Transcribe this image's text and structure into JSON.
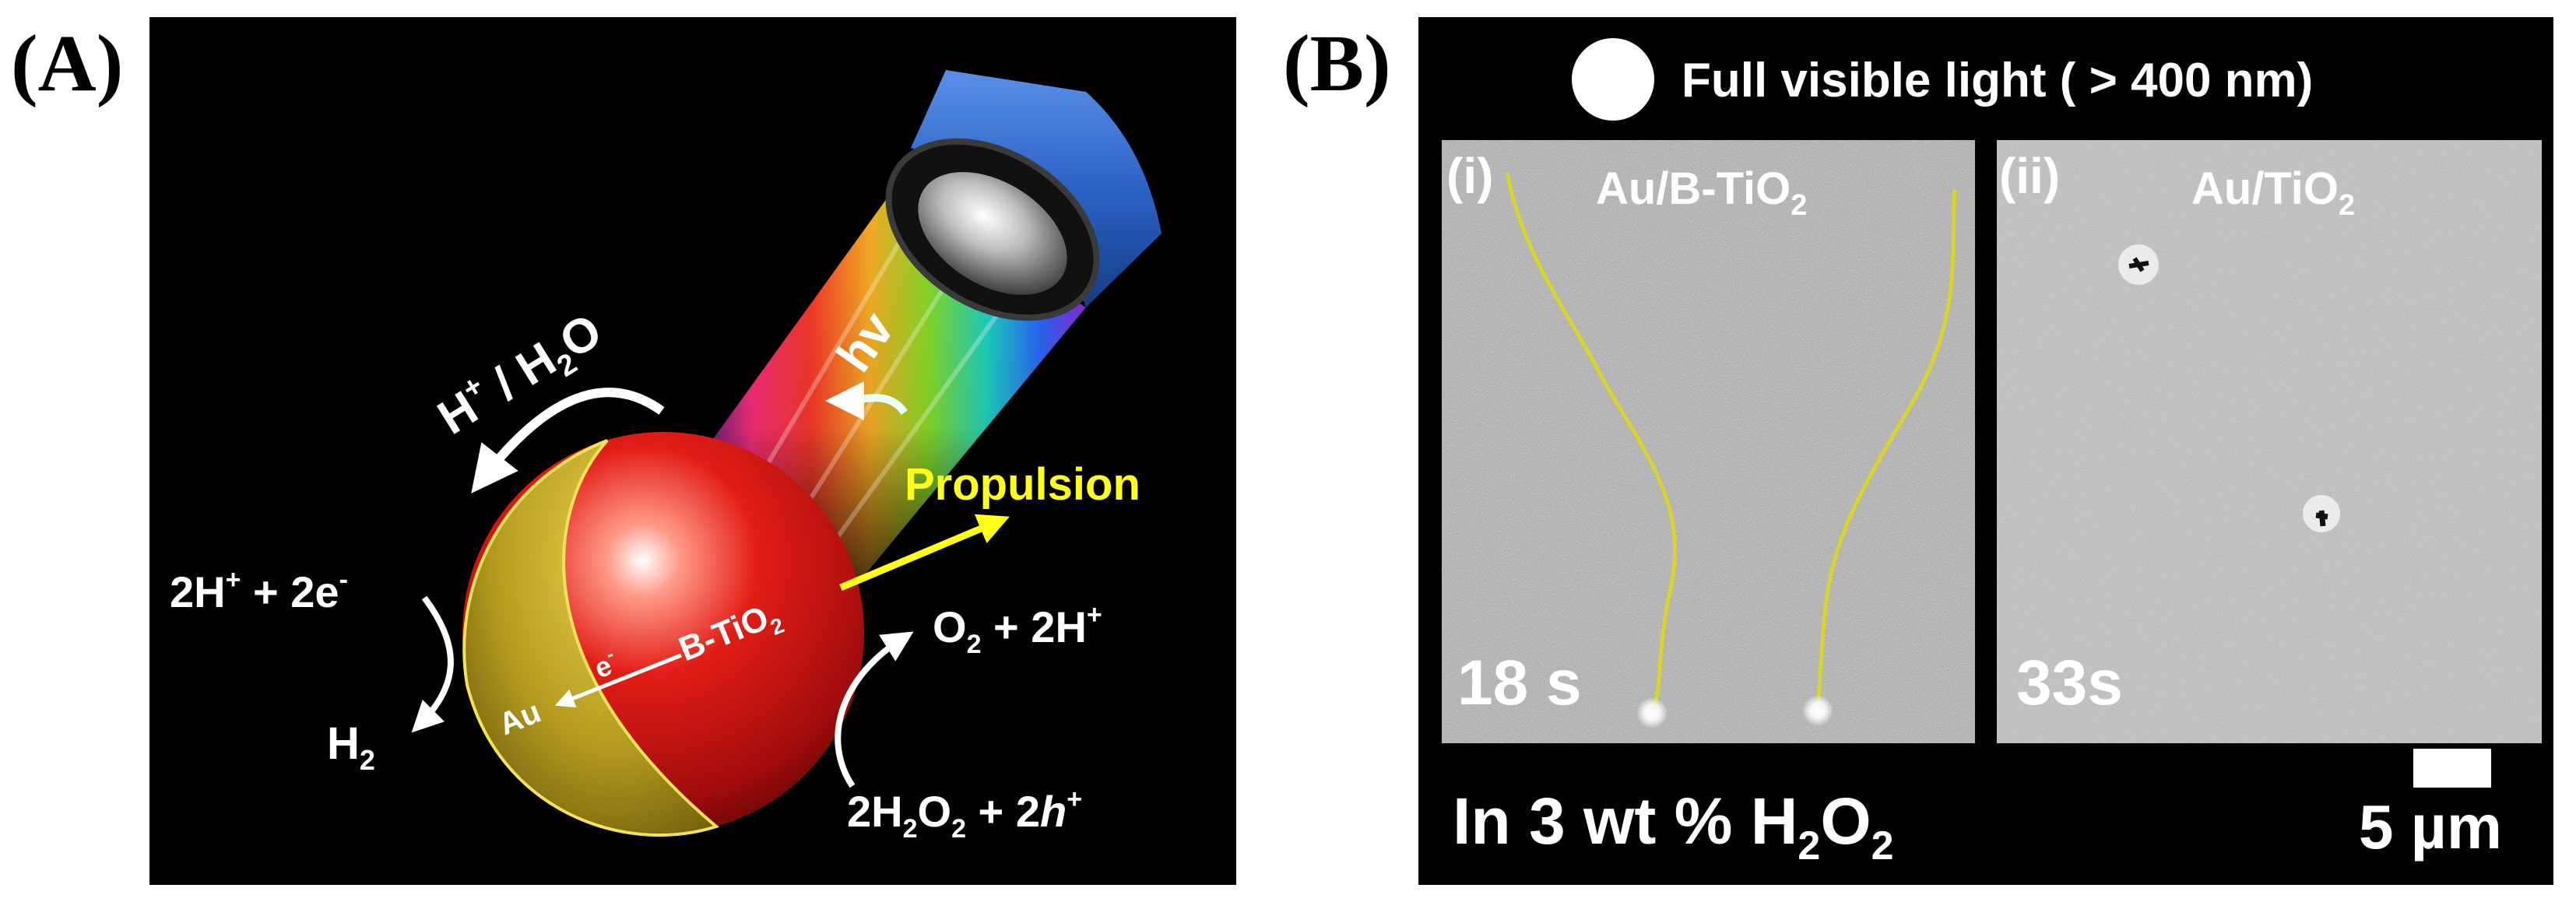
{
  "panel_a": {
    "label": "(A)",
    "hv": "hv",
    "h_ion": "H",
    "plus": "+",
    "slash_h": " / H",
    "two": "2",
    "o": "O",
    "propulsion": "Propulsion",
    "two_h_plus": "2H",
    "plus_2e": " + 2e",
    "minus": "-",
    "h2_h": "H",
    "au": "Au",
    "e_minus": "e",
    "b_tio": "B-TiO",
    "o2": "O",
    "plus_2h": " + 2H",
    "h2o2_front": "2H",
    "o_letter": "O",
    "plus_2": " + 2",
    "h_italic": "h"
  },
  "panel_b": {
    "label": "(B)",
    "light_text": "Full visible light ( > 400 nm)",
    "panel_i": "(i)",
    "title_i_main": "Au/B-TiO",
    "title_i_sub": "2",
    "panel_ii": "(ii)",
    "title_ii_main": "Au/TiO",
    "title_ii_sub": "2",
    "time_i": "18 s",
    "time_ii": "33s",
    "medium_main": "In 3 wt % H",
    "medium_sub1": "2",
    "medium_o": "O",
    "medium_sub2": "2",
    "scale": "5 µm"
  },
  "colors": {
    "track": "#d8d42a",
    "propulsion": "#ffff1a",
    "lamp_blue": "#2b63c5",
    "sphere_red": "#d01010",
    "sphere_gold": "#b9a321"
  }
}
